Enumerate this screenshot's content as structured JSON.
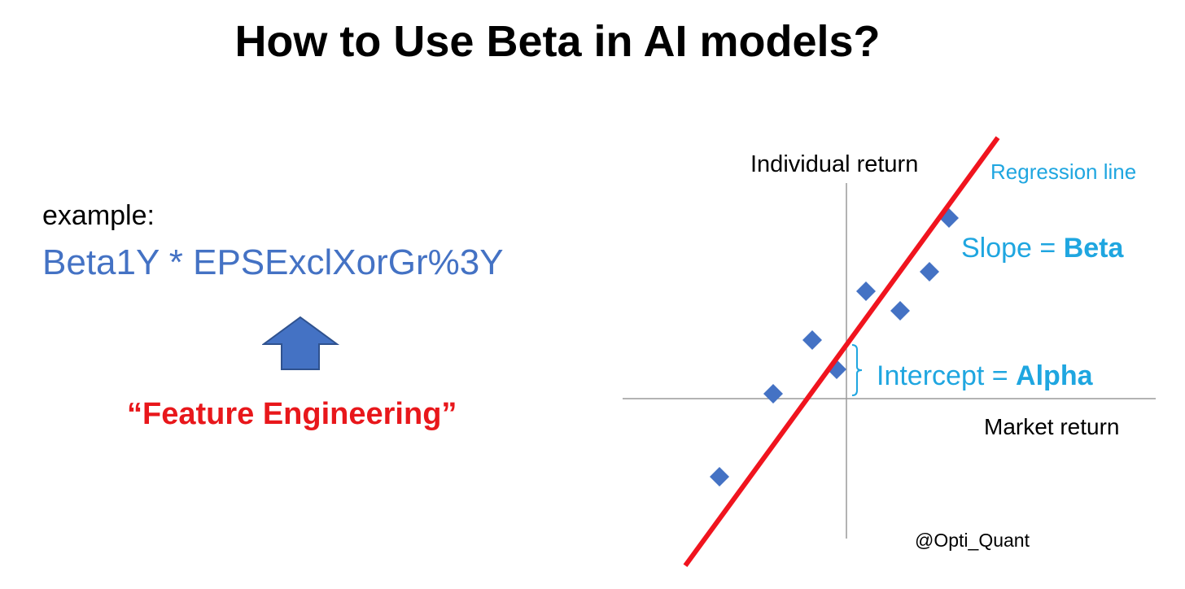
{
  "title": "How to Use Beta in AI models?",
  "left_panel": {
    "example_label": "example:",
    "formula": "Beta1Y * EPSExclXorGr%3Y",
    "caption": "“Feature Engineering”"
  },
  "diagram": {
    "y_axis_label": "Individual return",
    "x_axis_label": "Market return",
    "regression_label": "Regression line",
    "slope_prefix": "Slope = ",
    "slope_value": "Beta",
    "intercept_prefix": "Intercept = ",
    "intercept_value": "Alpha",
    "credit": "@Opti_Quant"
  },
  "colors": {
    "accent_blue": "#4472C4",
    "light_blue": "#1FA6E0",
    "red": "#E8171B"
  },
  "chart_data": {
    "type": "scatter",
    "title": "",
    "xlabel": "Market return",
    "ylabel": "Individual return",
    "axes_origin": [
      0,
      0
    ],
    "points": [
      {
        "x": -2.6,
        "y": -1.6
      },
      {
        "x": -1.5,
        "y": 0.1
      },
      {
        "x": -0.7,
        "y": 1.2
      },
      {
        "x": -0.2,
        "y": 0.6
      },
      {
        "x": 0.4,
        "y": 2.2
      },
      {
        "x": 1.1,
        "y": 1.8
      },
      {
        "x": 1.7,
        "y": 2.6
      },
      {
        "x": 2.1,
        "y": 3.7
      }
    ],
    "regression": {
      "slope": 1.37,
      "intercept": 1.1
    },
    "x_range": [
      -4,
      5
    ],
    "y_range": [
      -2.5,
      4.5
    ]
  }
}
